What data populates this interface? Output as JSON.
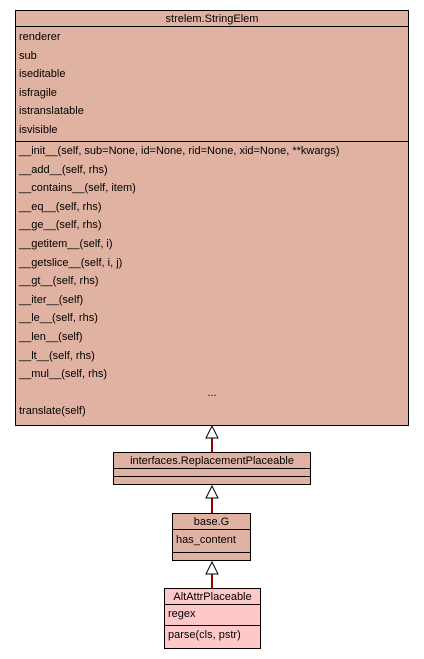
{
  "colors": {
    "class_fill": "#e0b2a1",
    "leaf_fill": "#ffc8c8",
    "arrow": "#990000",
    "border": "#000000"
  },
  "stringelem": {
    "name": "strelem.StringElem",
    "attributes": [
      "renderer",
      "sub",
      "iseditable",
      "isfragile",
      "istranslatable",
      "isvisible"
    ],
    "methods": [
      "__init__(self, sub=None, id=None, rid=None, xid=None, **kwargs)",
      "__add__(self, rhs)",
      "__contains__(self, item)",
      "__eq__(self, rhs)",
      "__ge__(self, rhs)",
      "__getitem__(self, i)",
      "__getslice__(self, i, j)",
      "__gt__(self, rhs)",
      "__iter__(self)",
      "__le__(self, rhs)",
      "__len__(self)",
      "__lt__(self, rhs)",
      "__mul__(self, rhs)",
      "...",
      "translate(self)"
    ]
  },
  "replacement": {
    "name": "interfaces.ReplacementPlaceable"
  },
  "baseg": {
    "name": "base.G",
    "attributes": [
      "has_content"
    ]
  },
  "altattr": {
    "name": "AltAttrPlaceable",
    "attributes": [
      "regex"
    ],
    "methods": [
      "parse(cls, pstr)"
    ]
  }
}
